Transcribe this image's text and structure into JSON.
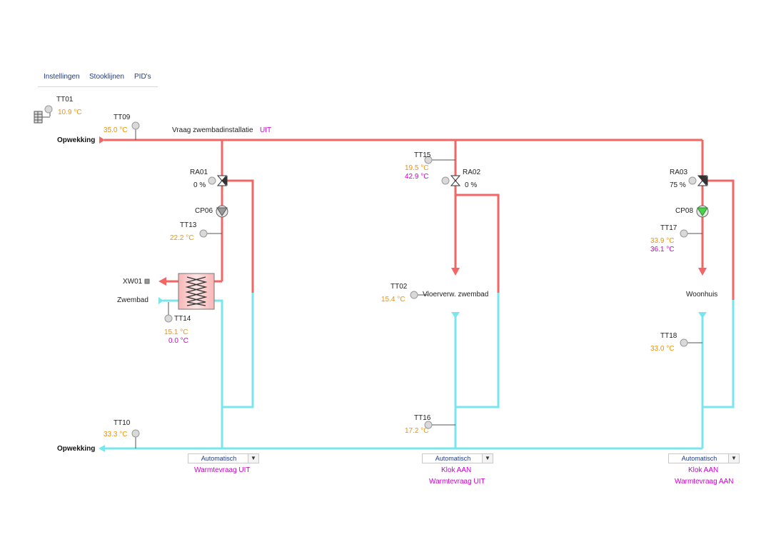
{
  "nav": {
    "items": [
      {
        "label": "Instellingen"
      },
      {
        "label": "Stooklijnen"
      },
      {
        "label": "PID's"
      }
    ]
  },
  "colors": {
    "supply": "#f26666",
    "return": "#79e6ee",
    "value": "#f39200",
    "setpoint": "#cc00cc",
    "pump_on": "#4ad24a",
    "pump_off": "#aaaaaa"
  },
  "outdoor": {
    "tag": "TT01",
    "value": "10.9 °C",
    "icon": "outdoor-unit-icon"
  },
  "header": {
    "demand_label": "Vraag zwembadinstallatie",
    "demand_value": "UIT"
  },
  "supply_main": {
    "label": "Opwekking",
    "sensor_tag": "TT09",
    "sensor_value": "35.0 °C"
  },
  "return_main": {
    "label": "Opwekking",
    "sensor_tag": "TT10",
    "sensor_value": "33.3 °C"
  },
  "group1": {
    "valve_tag": "RA01",
    "valve_value": "0 %",
    "pump_tag": "CP06",
    "pump_state": "off",
    "sensor_tag": "TT13",
    "sensor_value": "22.2 °C",
    "hx_out_tag": "XW01",
    "load_label": "Zwembad",
    "tt14_tag": "TT14",
    "tt14_value": "15.1 °C",
    "tt14_setpoint": "0.0 °C",
    "mode": "Automatisch",
    "status": [
      "Warmtevraag UIT"
    ]
  },
  "group2": {
    "sensor_tag": "TT15",
    "sensor_value": "19.5 °C",
    "sensor_setpoint": "42.9 °C",
    "valve_tag": "RA02",
    "valve_value": "0 %",
    "tt02_tag": "TT02",
    "tt02_value": "15.4 °C",
    "load_label": "Vloerverw. zwembad",
    "tt16_tag": "TT16",
    "tt16_value": "17.2 °C",
    "mode": "Automatisch",
    "status": [
      "Klok AAN",
      "Warmtevraag UIT"
    ]
  },
  "group3": {
    "valve_tag": "RA03",
    "valve_value": "75 %",
    "pump_tag": "CP08",
    "pump_state": "on",
    "sensor_tag": "TT17",
    "sensor_value": "33.9 °C",
    "sensor_setpoint": "36.1 °C",
    "load_label": "Woonhuis",
    "tt18_tag": "TT18",
    "tt18_value": "33.0 °C",
    "mode": "Automatisch",
    "status": [
      "Klok AAN",
      "Warmtevraag AAN"
    ]
  }
}
